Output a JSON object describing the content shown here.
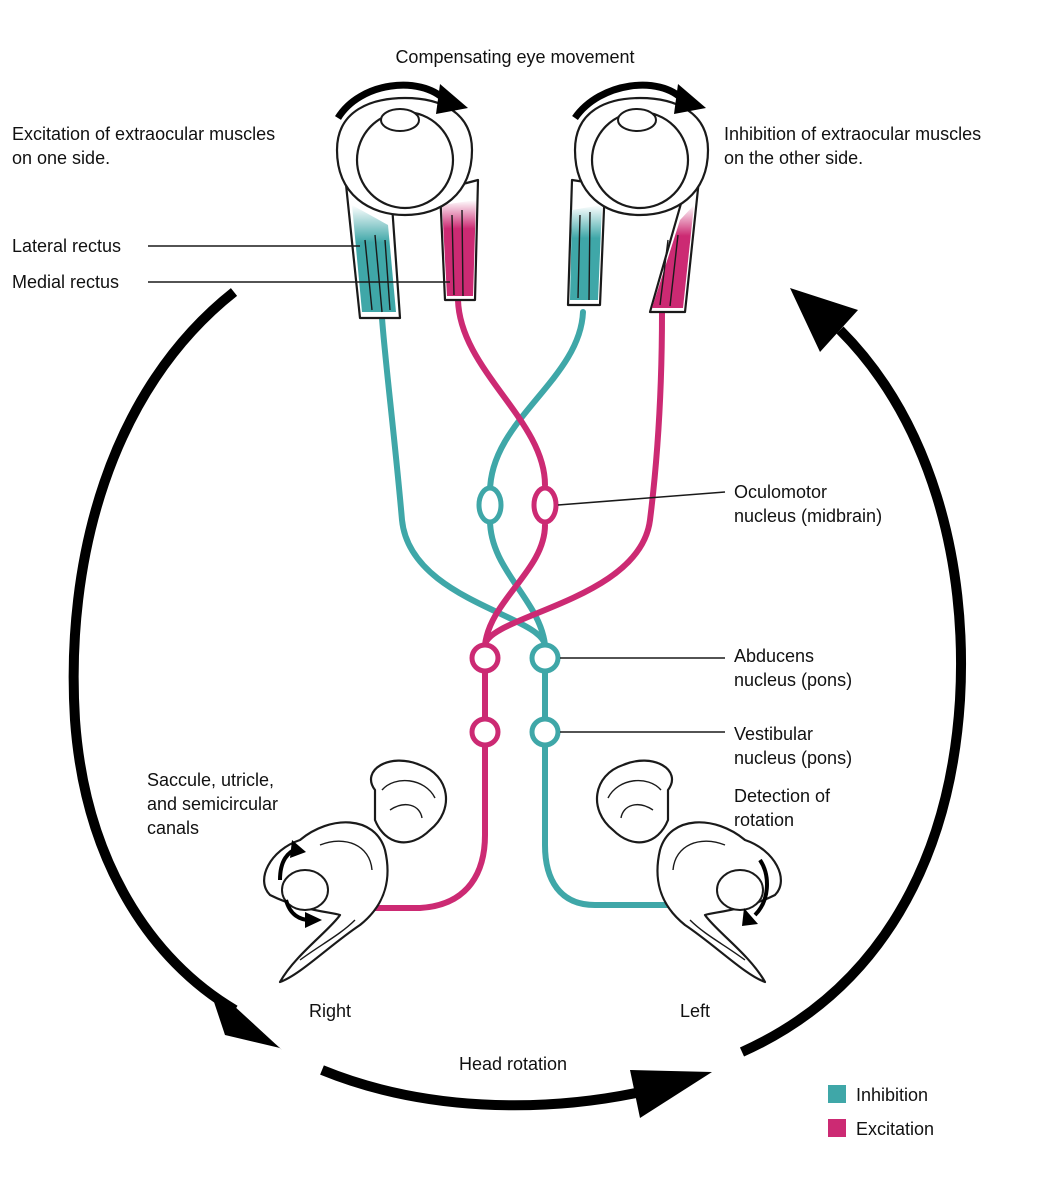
{
  "colors": {
    "inhibition": "#3fa7a8",
    "excitation": "#cc2a73",
    "outline": "#1a1a1a",
    "arrow": "#000000"
  },
  "title": "Compensating eye movement",
  "labels": {
    "excitation_side": [
      "Excitation of extraocular muscles",
      "on one side."
    ],
    "inhibition_side": [
      "Inhibition of extraocular muscles",
      "on the other side."
    ],
    "lateral_rectus": "Lateral rectus",
    "medial_rectus": "Medial rectus",
    "oculomotor": [
      "Oculomotor",
      "nucleus (midbrain)"
    ],
    "abducens": [
      "Abducens",
      "nucleus (pons)"
    ],
    "vestibular": [
      "Vestibular",
      "nucleus (pons)"
    ],
    "detection": [
      "Detection of",
      "rotation"
    ],
    "saccule": [
      "Saccule, utricle,",
      "and semicircular",
      "canals"
    ],
    "right": "Right",
    "left": "Left",
    "head_rotation": "Head rotation"
  },
  "legend": [
    {
      "label": "Inhibition",
      "color_key": "inhibition"
    },
    {
      "label": "Excitation",
      "color_key": "excitation"
    }
  ],
  "icons": [
    "eye-icon",
    "inner-ear-icon",
    "rotation-arrow-icon"
  ]
}
